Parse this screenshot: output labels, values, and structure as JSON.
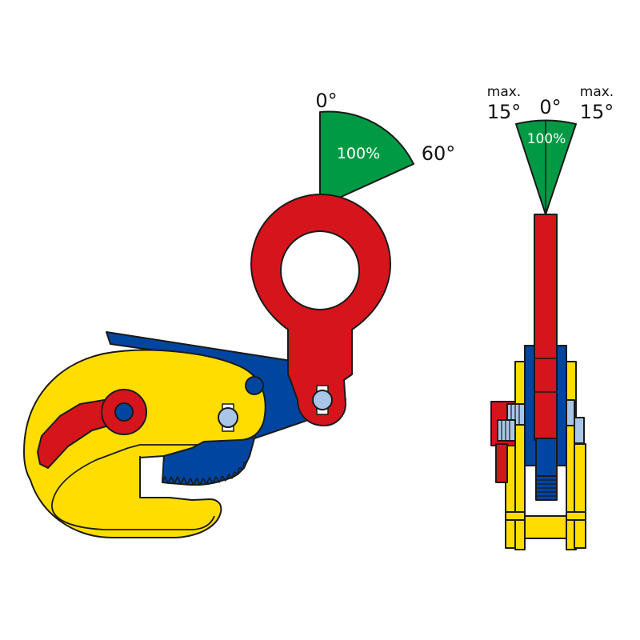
{
  "colors": {
    "yellow": "#FFDD00",
    "red": "#D6141C",
    "blue": "#0046A0",
    "green": "#009A44",
    "light_blue": "#A9C6E8",
    "outline": "#1a1a1a"
  },
  "side_view": {
    "angle_start": "0°",
    "angle_end": "60°",
    "capacity": "100%"
  },
  "front_view": {
    "left_label_top": "max.",
    "left_label_value": "15°",
    "center_label": "0°",
    "right_label_top": "max.",
    "right_label_value": "15°",
    "capacity": "100%"
  }
}
